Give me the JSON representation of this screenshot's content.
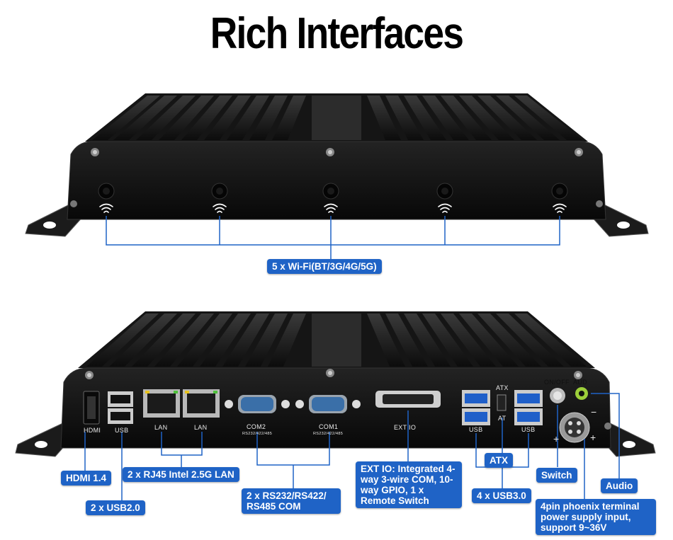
{
  "title": "Rich Interfaces",
  "top_callout": "5 x Wi-Fi(BT/3G/4G/5G)",
  "callouts": {
    "hdmi": "HDMI 1.4",
    "usb2": "2 x USB2.0",
    "lan": "2 x RJ45 Intel 2.5G LAN",
    "com": "2 x RS232/RS422/ RS485 COM",
    "extio": "EXT IO: Integrated 4-way 3-wire COM, 10-way GPIO, 1 x Remote Switch",
    "atx": "ATX",
    "usb3": "4 x USB3.0",
    "switch": "Switch",
    "audio": "Audio",
    "power": "4pin phoenix terminal power supply input, support 9~36V"
  },
  "port_labels": {
    "hdmi": "HDMI",
    "usb": "USB",
    "lan": "LAN",
    "com2": "COM2",
    "com1": "COM1",
    "com_sub": "RS232/422/485",
    "extio": "EXT IO",
    "atx": "ATX",
    "at": "AT",
    "usb3": "USB",
    "onoff": "ON/OFF",
    "aud": "AUD",
    "minus": "−",
    "plus": "+"
  },
  "colors": {
    "callout_blue": "#1f63c6",
    "chassis": "#101010",
    "usb3_blue": "#1f5fc9",
    "com_blue": "#3a6fa8",
    "audio_green": "#9ccf3a"
  }
}
